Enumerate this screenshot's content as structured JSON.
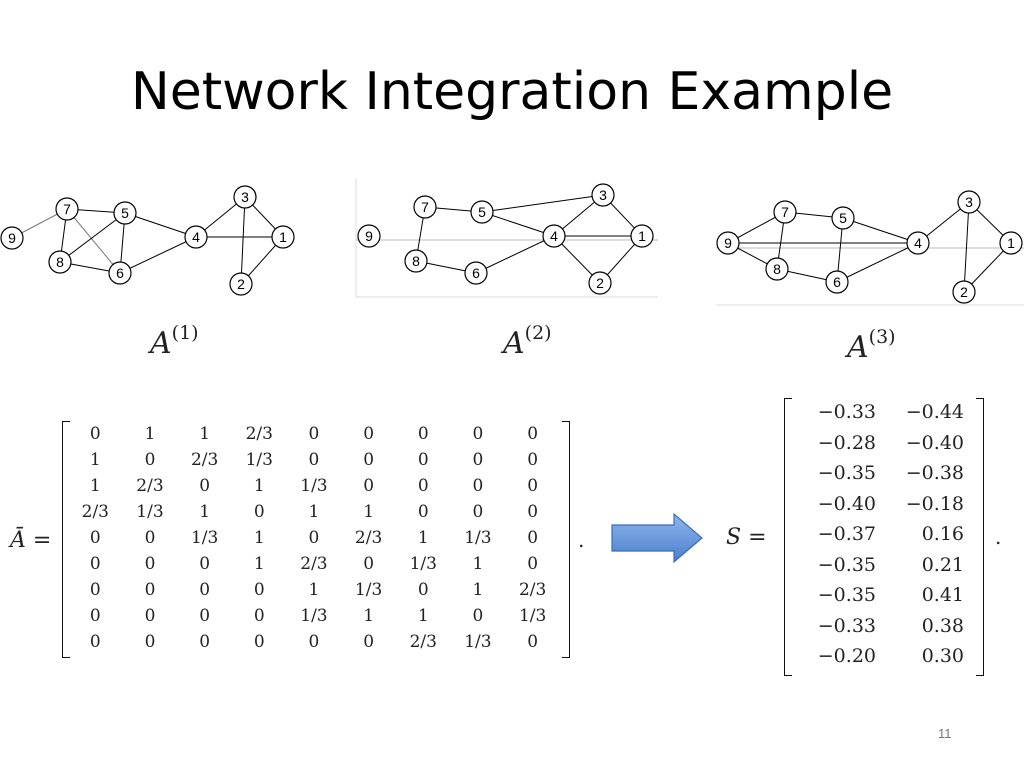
{
  "slide": {
    "title": "Network Integration Example",
    "page_number": "11"
  },
  "graphs": [
    {
      "label_base": "A",
      "label_sup": "(1)"
    },
    {
      "label_base": "A",
      "label_sup": "(2)"
    },
    {
      "label_base": "A",
      "label_sup": "(3)"
    }
  ],
  "node_labels": [
    "1",
    "2",
    "3",
    "4",
    "5",
    "6",
    "7",
    "8",
    "9"
  ],
  "matrix_a": {
    "name": "Ā =",
    "rows": [
      [
        "0",
        "1",
        "1",
        "2/3",
        "0",
        "0",
        "0",
        "0",
        "0"
      ],
      [
        "1",
        "0",
        "2/3",
        "1/3",
        "0",
        "0",
        "0",
        "0",
        "0"
      ],
      [
        "1",
        "2/3",
        "0",
        "1",
        "1/3",
        "0",
        "0",
        "0",
        "0"
      ],
      [
        "2/3",
        "1/3",
        "1",
        "0",
        "1",
        "1",
        "0",
        "0",
        "0"
      ],
      [
        "0",
        "0",
        "1/3",
        "1",
        "0",
        "2/3",
        "1",
        "1/3",
        "0"
      ],
      [
        "0",
        "0",
        "0",
        "1",
        "2/3",
        "0",
        "1/3",
        "1",
        "0"
      ],
      [
        "0",
        "0",
        "0",
        "0",
        "1",
        "1/3",
        "0",
        "1",
        "2/3"
      ],
      [
        "0",
        "0",
        "0",
        "0",
        "1/3",
        "1",
        "1",
        "0",
        "1/3"
      ],
      [
        "0",
        "0",
        "0",
        "0",
        "0",
        "0",
        "2/3",
        "1/3",
        "0"
      ]
    ],
    "trailing": "."
  },
  "matrix_s": {
    "name": "S =",
    "rows": [
      [
        "−0.33",
        "−0.44"
      ],
      [
        "−0.28",
        "−0.40"
      ],
      [
        "−0.35",
        "−0.38"
      ],
      [
        "−0.40",
        "−0.18"
      ],
      [
        "−0.37",
        "0.16"
      ],
      [
        "−0.35",
        "0.21"
      ],
      [
        "−0.35",
        "0.41"
      ],
      [
        "−0.33",
        "0.38"
      ],
      [
        "−0.20",
        "0.30"
      ]
    ],
    "trailing": "."
  },
  "arrow": {
    "icon": "right-arrow-icon",
    "fill": "#5b8fd6",
    "stroke": "#3b6db3"
  }
}
